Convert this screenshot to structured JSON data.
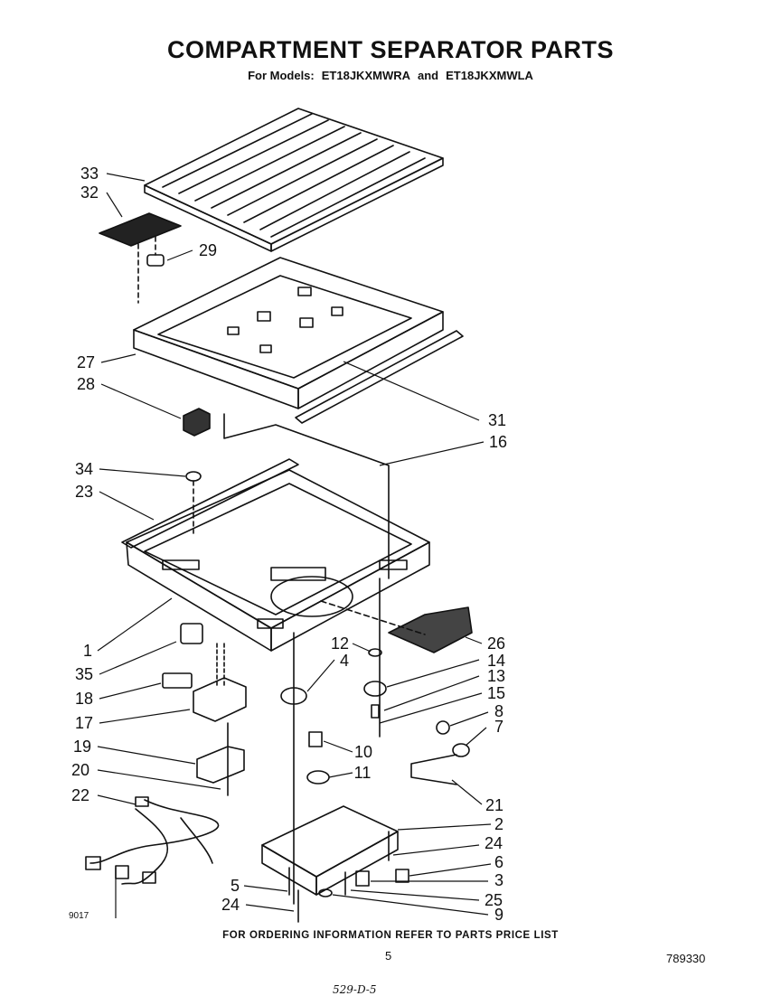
{
  "title": "COMPARTMENT SEPARATOR PARTS",
  "subtitle": {
    "prefix": "For Models:",
    "model_a": "ET18JKXMWRA",
    "conj": "and",
    "model_b": "ET18JKXMWLA"
  },
  "callouts": [
    "33",
    "32",
    "29",
    "27",
    "28",
    "31",
    "16",
    "34",
    "23",
    "1",
    "26",
    "12",
    "14",
    "4",
    "13",
    "35",
    "18",
    "15",
    "8",
    "17",
    "7",
    "19",
    "10",
    "20",
    "11",
    "22",
    "21",
    "2",
    "24",
    "6",
    "5",
    "3",
    "25",
    "24",
    "9"
  ],
  "figure_code": "9017",
  "footer": "FOR ORDERING INFORMATION REFER TO PARTS PRICE LIST",
  "page_number": "5",
  "document_number": "789330",
  "handwritten_note": "529-D-5"
}
